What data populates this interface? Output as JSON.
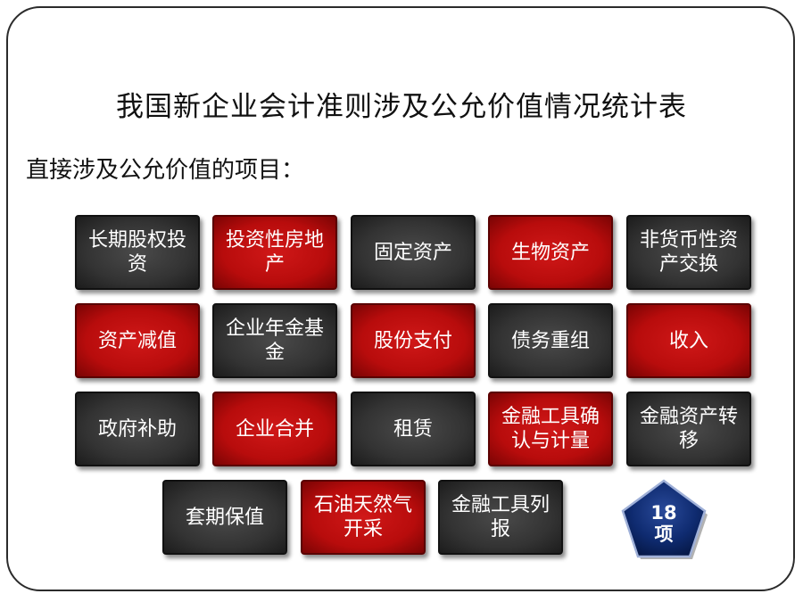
{
  "title": "我国新企业会计准则涉及公允价值情况统计表",
  "subtitle": "直接涉及公允价值的项目：",
  "tiles": [
    {
      "label": "长期股权投资",
      "style": "dark"
    },
    {
      "label": "投资性房地产",
      "style": "red"
    },
    {
      "label": "固定资产",
      "style": "dark"
    },
    {
      "label": "生物资产",
      "style": "red"
    },
    {
      "label": "非货币性资产交换",
      "style": "dark"
    },
    {
      "label": "资产减值",
      "style": "red"
    },
    {
      "label": "企业年金基金",
      "style": "dark"
    },
    {
      "label": "股份支付",
      "style": "red"
    },
    {
      "label": "债务重组",
      "style": "dark"
    },
    {
      "label": "收入",
      "style": "red"
    },
    {
      "label": "政府补助",
      "style": "dark"
    },
    {
      "label": "企业合并",
      "style": "red"
    },
    {
      "label": "租赁",
      "style": "dark"
    },
    {
      "label": "金融工具确认与计量",
      "style": "red"
    },
    {
      "label": "金融资产转移",
      "style": "dark"
    },
    {
      "label": "套期保值",
      "style": "dark"
    },
    {
      "label": "石油天然气开采",
      "style": "red"
    },
    {
      "label": "金融工具列报",
      "style": "dark"
    }
  ],
  "badge": {
    "count": "18",
    "unit": "项"
  },
  "colors": {
    "dark_tile": "#333333",
    "red_tile": "#b80c0c",
    "badge": "#0d2a6b"
  }
}
